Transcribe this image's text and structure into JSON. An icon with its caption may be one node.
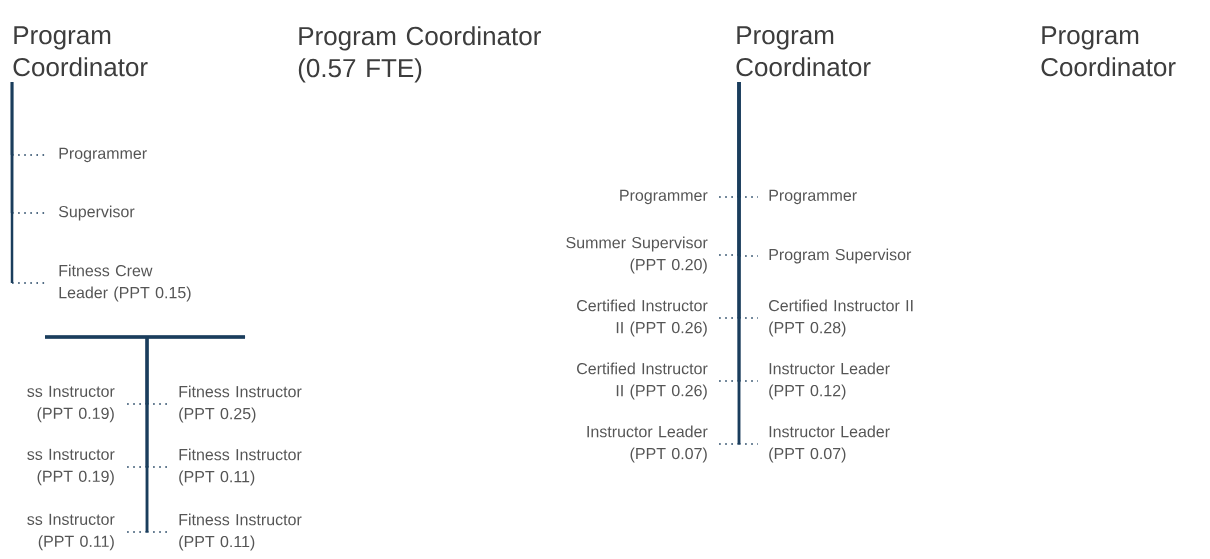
{
  "diagram": {
    "nodes": [
      {
        "text": [
          "Program Coordinator"
        ]
      },
      {
        "text": [
          "Program Coordinator (0.57 FTE)"
        ]
      },
      {
        "text": [
          "Program Coordinator"
        ]
      },
      {
        "text": [
          "Program Coordinator"
        ]
      },
      {
        "text": [
          "Programmer"
        ]
      },
      {
        "text": [
          "Supervisor"
        ]
      },
      {
        "text": [
          "Fitness Crew Leader (PPT 0.15)"
        ]
      },
      {
        "text": [
          "ss Instructor (PPT 0.19)"
        ]
      },
      {
        "text": [
          "Fitness Instructor (PPT 0.25)"
        ]
      },
      {
        "text": [
          "ss Instructor (PPT 0.19)"
        ]
      },
      {
        "text": [
          "Fitness Instructor (PPT 0.11)"
        ]
      },
      {
        "text": [
          "ss Instructor (PPT 0.11)"
        ]
      },
      {
        "text": [
          "Fitness Instructor (PPT 0.11)"
        ]
      },
      {
        "text": [
          "Programmer"
        ]
      },
      {
        "text": [
          "Programmer"
        ]
      },
      {
        "text": [
          "Summer Supervisor (PPT 0.20)"
        ]
      },
      {
        "text": [
          "Program Supervisor"
        ]
      },
      {
        "text": [
          "Certified Instructor II (PPT 0.26)"
        ]
      },
      {
        "text": [
          "Certified Instructor II (PPT 0.28)"
        ]
      },
      {
        "text": [
          "Certified Instructor II (PPT 0.26)"
        ]
      },
      {
        "text": [
          "Instructor Leader (PPT 0.12)"
        ]
      },
      {
        "text": [
          "Instructor Leader (PPT 0.07)"
        ]
      },
      {
        "text": [
          "Instructor Leader (PPT 0.07)"
        ]
      }
    ],
    "edges": [
      {
        "from": 0,
        "to": 4,
        "arrow": "none"
      },
      {
        "from": 0,
        "to": 5,
        "arrow": "none"
      },
      {
        "from": 0,
        "to": 6,
        "arrow": "none"
      },
      {
        "from": 6,
        "to": 7,
        "arrow": "none"
      },
      {
        "from": 6,
        "to": 8,
        "arrow": "none"
      },
      {
        "from": 6,
        "to": 9,
        "arrow": "none"
      },
      {
        "from": 6,
        "to": 10,
        "arrow": "none"
      },
      {
        "from": 6,
        "to": 11,
        "arrow": "none"
      },
      {
        "from": 6,
        "to": 12,
        "arrow": "none"
      },
      {
        "from": 2,
        "to": 13,
        "arrow": "none"
      },
      {
        "from": 2,
        "to": 14,
        "arrow": "none"
      },
      {
        "from": 2,
        "to": 15,
        "arrow": "none"
      },
      {
        "from": 2,
        "to": 16,
        "arrow": "none"
      },
      {
        "from": 2,
        "to": 17,
        "arrow": "none"
      },
      {
        "from": 2,
        "to": 18,
        "arrow": "none"
      },
      {
        "from": 2,
        "to": 19,
        "arrow": "none"
      },
      {
        "from": 2,
        "to": 20,
        "arrow": "none"
      },
      {
        "from": 2,
        "to": 21,
        "arrow": "none"
      },
      {
        "from": 2,
        "to": 22,
        "arrow": "none"
      }
    ]
  }
}
